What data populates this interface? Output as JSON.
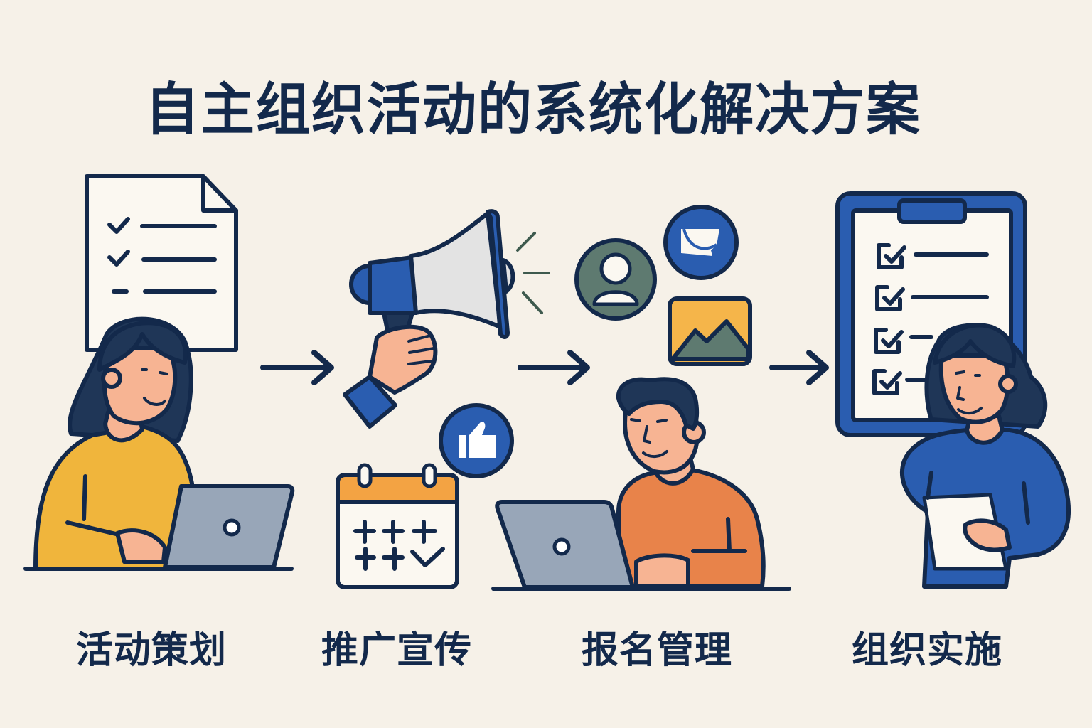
{
  "title": "自主组织活动的系统化解决方案",
  "colors": {
    "background": "#f6f1e8",
    "ink": "#13294b",
    "blue": "#2a5db0",
    "yellow": "#f0b53c",
    "orange": "#e8834a",
    "calendar_orange": "#f3a343",
    "teal": "#5e7a70",
    "skin": "#f7b493",
    "laptop_gray": "#98a6b8"
  },
  "steps": [
    {
      "label": "活动策划",
      "illustration": "woman-at-laptop-with-checklist-document",
      "icons": [
        "document-checklist-icon",
        "laptop-icon"
      ]
    },
    {
      "label": "推广宣传",
      "illustration": "hand-holding-megaphone",
      "icons": [
        "megaphone-icon",
        "thumbs-up-icon",
        "calendar-icon"
      ]
    },
    {
      "label": "报名管理",
      "illustration": "man-at-laptop-with-app-icons",
      "icons": [
        "user-profile-icon",
        "message-icon",
        "image-icon",
        "laptop-icon"
      ]
    },
    {
      "label": "组织实施",
      "illustration": "woman-with-clipboard-checklist",
      "icons": [
        "clipboard-checklist-icon",
        "tablet-icon"
      ]
    }
  ],
  "flow": {
    "arrows": 3,
    "direction": "left-to-right"
  }
}
